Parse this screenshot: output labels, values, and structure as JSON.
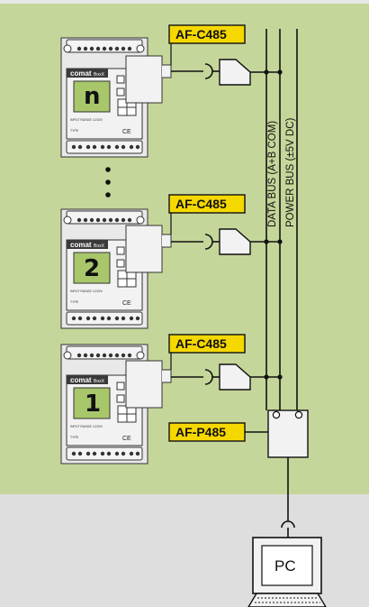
{
  "modules": [
    {
      "id": "n",
      "screen_label": "n",
      "brand": "comat",
      "brand_sub": "BoxX",
      "converter_label": "AF-C485",
      "ce": "CE"
    },
    {
      "id": "2",
      "screen_label": "2",
      "brand": "comat",
      "brand_sub": "BoxX",
      "converter_label": "AF-C485",
      "ce": "CE"
    },
    {
      "id": "1",
      "screen_label": "1",
      "brand": "comat",
      "brand_sub": "BoxX",
      "converter_label": "AF-C485",
      "ce": "CE"
    }
  ],
  "power_module": {
    "label": "AF-P485"
  },
  "bus_labels": {
    "data_bus": "DATA BUS (A+B COM)",
    "power_bus": "POWER BUS (±5V DC)"
  },
  "pc": {
    "label": "PC"
  },
  "colors": {
    "panel_green": "#c5d69a",
    "background_gray": "#dedede",
    "label_yellow": "#f5d800",
    "lcd_green": "#a8c66a",
    "module_body": "#e9e9e9"
  },
  "icons": [
    "plc-module",
    "rs485-converter",
    "power-module",
    "connector-plug",
    "pc-monitor",
    "keyboard"
  ]
}
